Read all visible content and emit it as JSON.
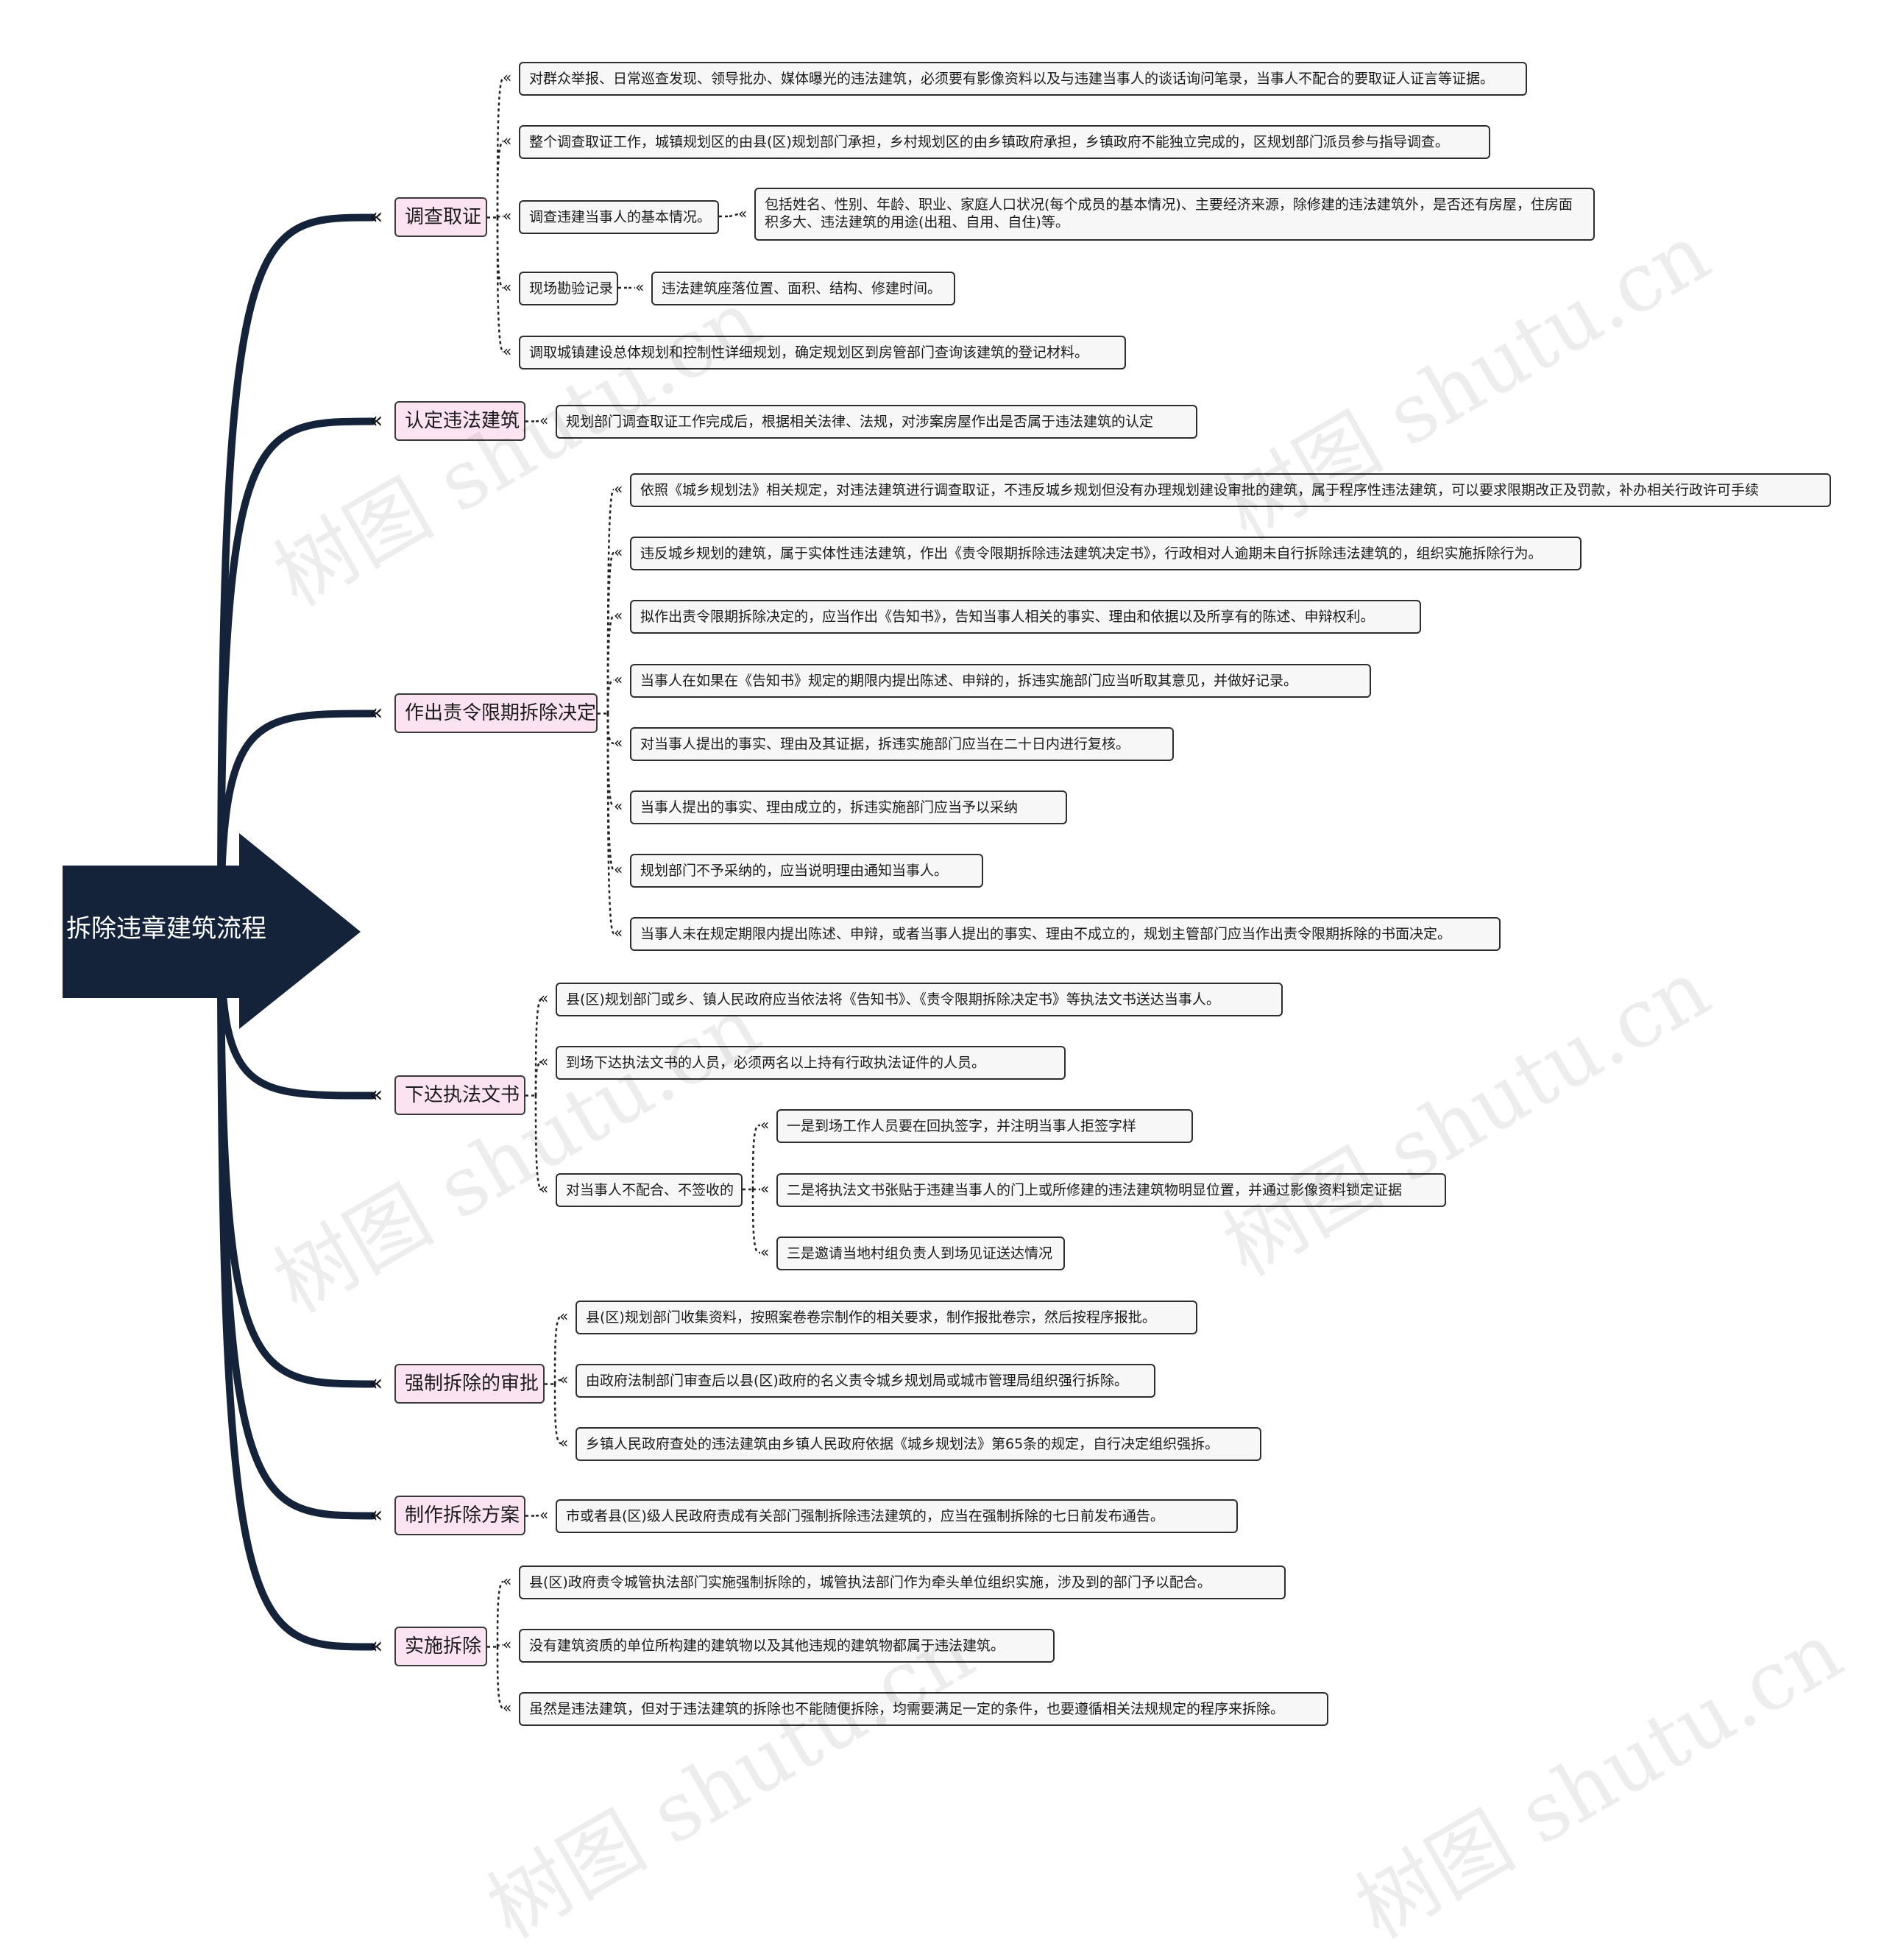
{
  "root": {
    "label": "拆除违章建筑流程"
  },
  "branches": [
    {
      "label": "调查取证",
      "children": [
        {
          "text": "对群众举报、日常巡查发现、领导批办、媒体曝光的违法建筑，必须要有影像资料以及与违建当事人的谈话询问笔录，当事人不配合的要取证人证言等证据。"
        },
        {
          "text": "整个调查取证工作，城镇规划区的由县(区)规划部门承担，乡村规划区的由乡镇政府承担，乡镇政府不能独立完成的，区规划部门派员参与指导调查。"
        },
        {
          "text": "调查违建当事人的基本情况。",
          "children": [
            {
              "text": "包括姓名、性别、年龄、职业、家庭人口状况(每个成员的基本情况)、主要经济来源，除修建的违法建筑外，是否还有房屋，住房面积多大、违法建筑的用途(出租、自用、自住)等。"
            }
          ]
        },
        {
          "text": "现场勘验记录",
          "children": [
            {
              "text": "违法建筑座落位置、面积、结构、修建时间。"
            }
          ]
        },
        {
          "text": "调取城镇建设总体规划和控制性详细规划，确定规划区到房管部门查询该建筑的登记材料。"
        }
      ]
    },
    {
      "label": "认定违法建筑",
      "children": [
        {
          "text": "规划部门调查取证工作完成后，根据相关法律、法规，对涉案房屋作出是否属于违法建筑的认定"
        }
      ]
    },
    {
      "label": "作出责令限期拆除决定",
      "children": [
        {
          "text": "依照《城乡规划法》相关规定，对违法建筑进行调查取证，不违反城乡规划但没有办理规划建设审批的建筑，属于程序性违法建筑，可以要求限期改正及罚款，补办相关行政许可手续"
        },
        {
          "text": "违反城乡规划的建筑，属于实体性违法建筑，作出《责令限期拆除违法建筑决定书》，行政相对人逾期未自行拆除违法建筑的，组织实施拆除行为。"
        },
        {
          "text": "拟作出责令限期拆除决定的，应当作出《告知书》，告知当事人相关的事实、理由和依据以及所享有的陈述、申辩权利。"
        },
        {
          "text": "当事人在如果在《告知书》规定的期限内提出陈述、申辩的，拆违实施部门应当听取其意见，并做好记录。"
        },
        {
          "text": "对当事人提出的事实、理由及其证据，拆违实施部门应当在二十日内进行复核。"
        },
        {
          "text": "当事人提出的事实、理由成立的，拆违实施部门应当予以采纳"
        },
        {
          "text": "规划部门不予采纳的，应当说明理由通知当事人。"
        },
        {
          "text": "当事人未在规定期限内提出陈述、申辩，或者当事人提出的事实、理由不成立的，规划主管部门应当作出责令限期拆除的书面决定。"
        }
      ]
    },
    {
      "label": "下达执法文书",
      "children": [
        {
          "text": "县(区)规划部门或乡、镇人民政府应当依法将《告知书》、《责令限期拆除决定书》等执法文书送达当事人。"
        },
        {
          "text": "到场下达执法文书的人员，必须两名以上持有行政执法证件的人员。"
        },
        {
          "text": "对当事人不配合、不签收的",
          "children": [
            {
              "text": "一是到场工作人员要在回执签字，并注明当事人拒签字样"
            },
            {
              "text": "二是将执法文书张贴于违建当事人的门上或所修建的违法建筑物明显位置，并通过影像资料锁定证据"
            },
            {
              "text": "三是邀请当地村组负责人到场见证送达情况"
            }
          ]
        }
      ]
    },
    {
      "label": "强制拆除的审批",
      "children": [
        {
          "text": "县(区)规划部门收集资料，按照案卷卷宗制作的相关要求，制作报批卷宗，然后按程序报批。"
        },
        {
          "text": "由政府法制部门审查后以县(区)政府的名义责令城乡规划局或城市管理局组织强行拆除。"
        },
        {
          "text": "乡镇人民政府查处的违法建筑由乡镇人民政府依据《城乡规划法》第65条的规定，自行决定组织强拆。"
        }
      ]
    },
    {
      "label": "制作拆除方案",
      "children": [
        {
          "text": "市或者县(区)级人民政府责成有关部门强制拆除违法建筑的，应当在强制拆除的七日前发布通告。"
        }
      ]
    },
    {
      "label": "实施拆除",
      "children": [
        {
          "text": "县(区)政府责令城管执法部门实施强制拆除的，城管执法部门作为牵头单位组织实施，涉及到的部门予以配合。"
        },
        {
          "text": "没有建筑资质的单位所构建的建筑物以及其他违规的建筑物都属于违法建筑。"
        },
        {
          "text": "虽然是违法建筑，但对于违法建筑的拆除也不能随便拆除，均需要满足一定的条件，也要遵循相关法规规定的程序来拆除。"
        }
      ]
    }
  ],
  "watermark": {
    "text": "树图 shutu.cn"
  },
  "colors": {
    "root": "#15233a",
    "branch_line": "#15233a",
    "branch_fill": "#fbe3f1"
  }
}
